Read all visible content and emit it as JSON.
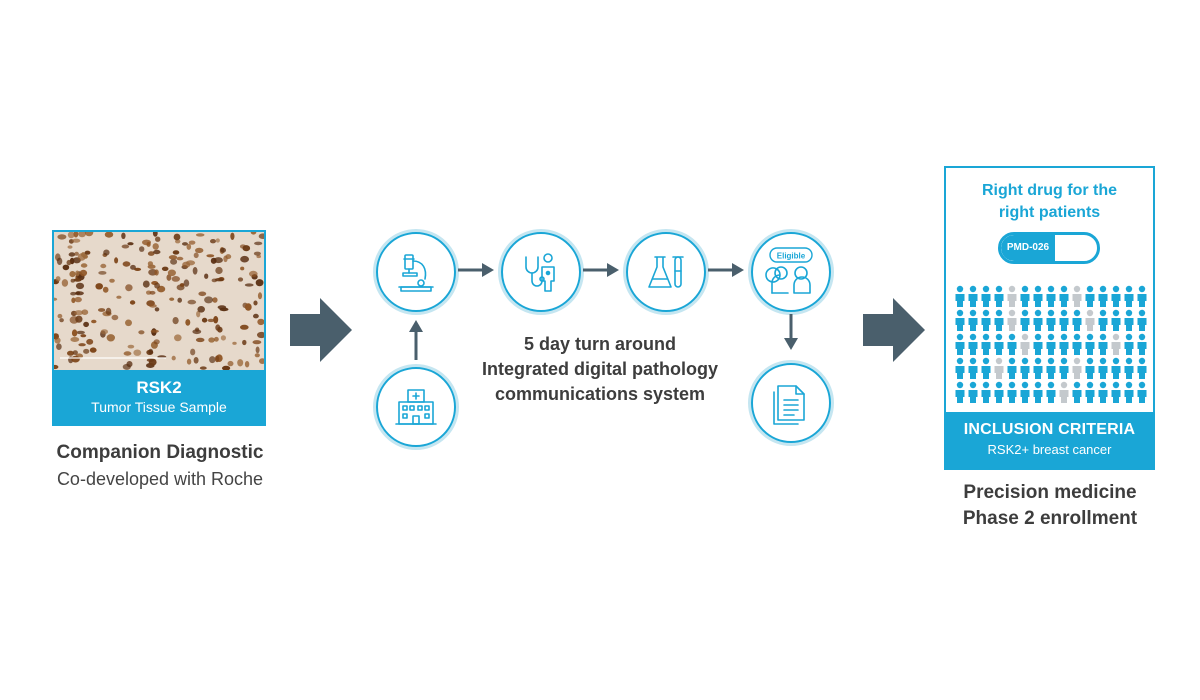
{
  "sample": {
    "title": "RSK2",
    "subtitle": "Tumor Tissue Sample"
  },
  "left_caption": {
    "line1": "Companion Diagnostic",
    "line2": "Co-developed with Roche"
  },
  "workflow": {
    "step_icons": [
      "microscope-icon",
      "doctor-patient-icon",
      "lab-flask-icon",
      "eligible-consult-icon",
      "document-icon",
      "hospital-icon"
    ],
    "eligible_label": "Eligible",
    "line1": "5 day turn around",
    "line2": "Integrated digital pathology",
    "line3": "communications system"
  },
  "panel": {
    "title_line1": "Right drug for the",
    "title_line2": "right patients",
    "pill_label": "PMD-026",
    "footer_title": "INCLUSION CRITERIA",
    "footer_sub": "RSK2+ breast cancer"
  },
  "right_caption": {
    "line1": "Precision medicine",
    "line2": "Phase 2 enrollment"
  },
  "colors": {
    "accent": "#1aa6d6",
    "arrow": "#4a5f6c",
    "text": "#3d3d3d",
    "person_gray": "#c4c9cd"
  }
}
